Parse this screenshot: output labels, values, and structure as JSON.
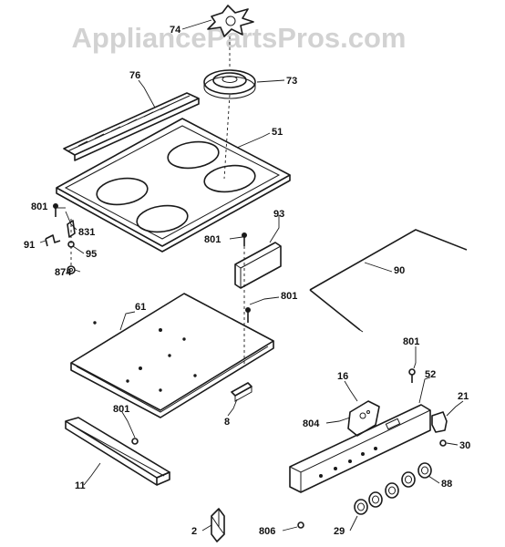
{
  "watermark": "AppliancePartsPros.com",
  "callouts": {
    "p74": "74",
    "p73": "73",
    "p76": "76",
    "p51": "51",
    "p801a": "801",
    "p831": "831",
    "p91": "91",
    "p95": "95",
    "p874": "874",
    "p801b": "801",
    "p93": "93",
    "p90": "90",
    "p61": "61",
    "p801c": "801",
    "p801d": "801",
    "p16": "16",
    "p52": "52",
    "p21": "21",
    "p804": "804",
    "p30": "30",
    "p801e": "801",
    "p8": "8",
    "p11": "11",
    "p88": "88",
    "p2": "2",
    "p806": "806",
    "p29": "29"
  }
}
